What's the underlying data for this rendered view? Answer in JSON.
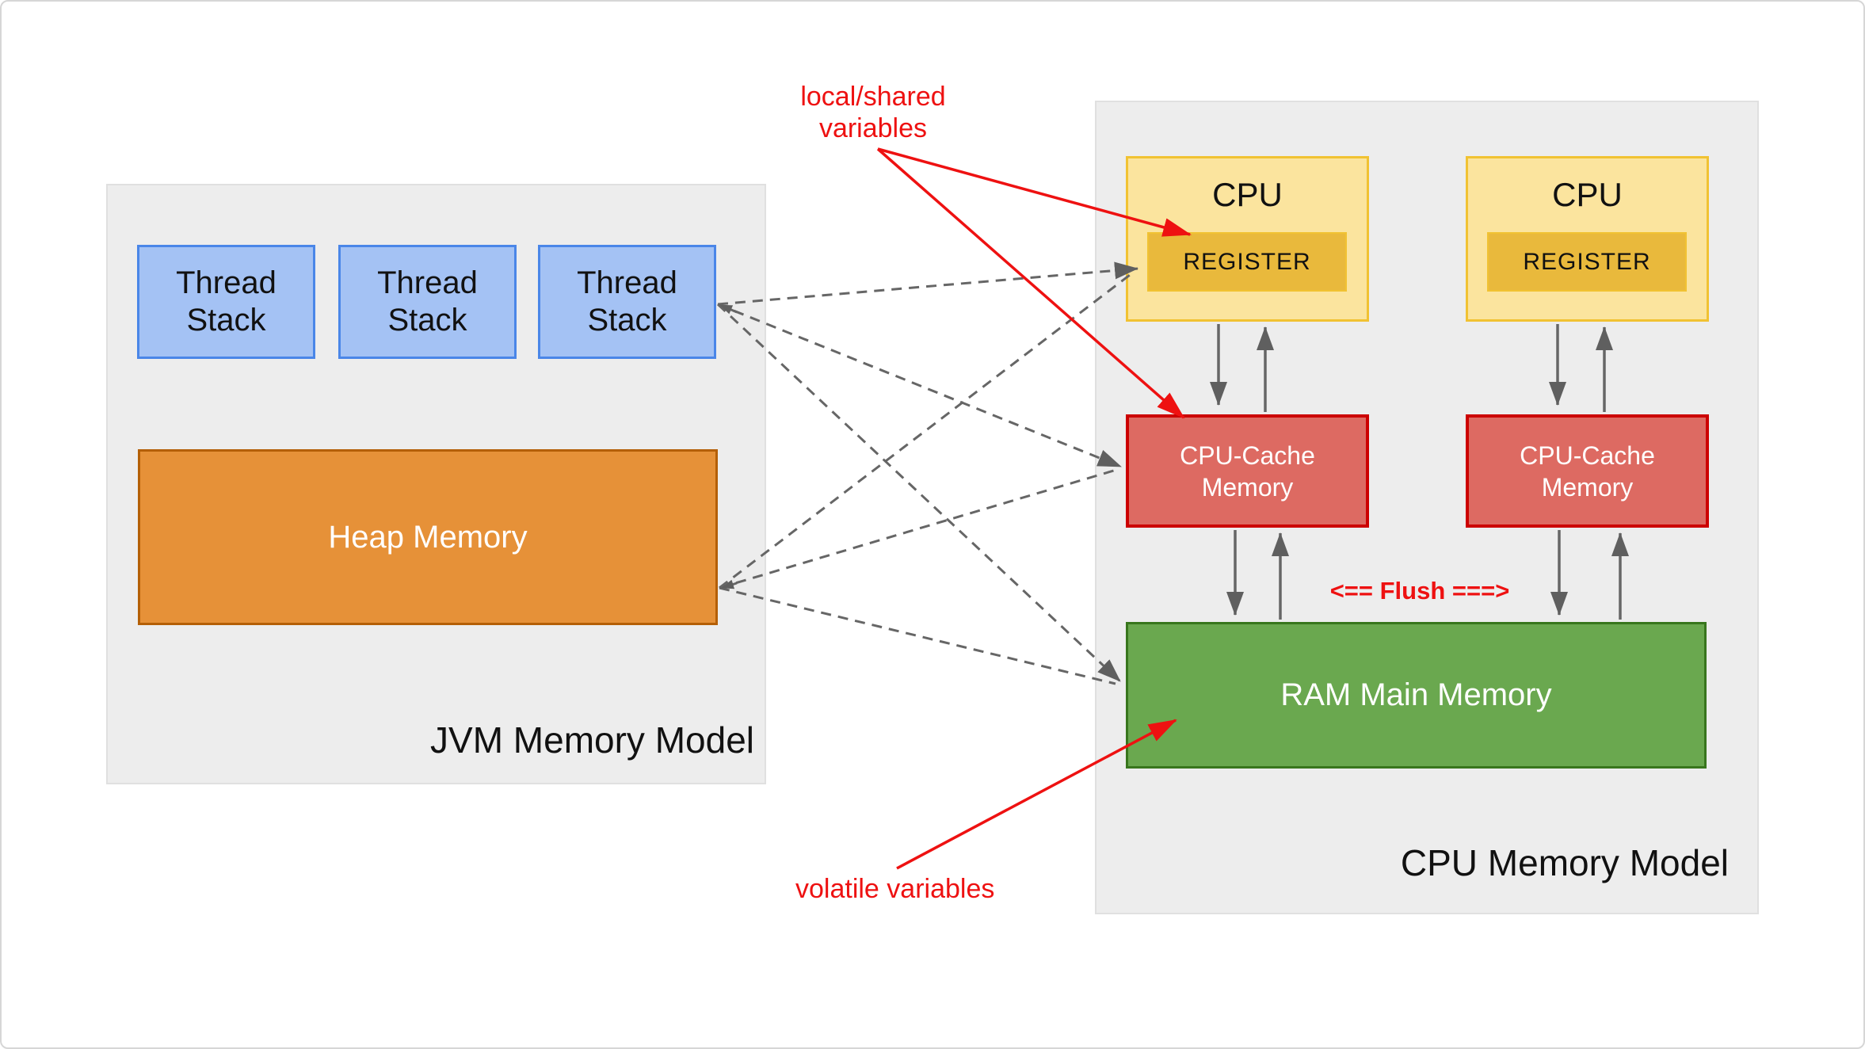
{
  "diagram": {
    "jvm_model": {
      "title": "JVM Memory Model",
      "thread_stacks": [
        "Thread Stack",
        "Thread Stack",
        "Thread Stack"
      ],
      "heap_label": "Heap Memory"
    },
    "cpu_model": {
      "title": "CPU Memory Model",
      "cpus": [
        {
          "label": "CPU",
          "register_label": "REGISTER",
          "cache_label": "CPU-Cache Memory"
        },
        {
          "label": "CPU",
          "register_label": "REGISTER",
          "cache_label": "CPU-Cache Memory"
        }
      ],
      "ram_label": "RAM Main Memory",
      "flush_label": "<== Flush ===>"
    },
    "annotations": {
      "local_shared": "local/shared variables",
      "volatile": "volatile variables"
    },
    "colors": {
      "page_background": "#ffffff",
      "panel_fill": "#ededed",
      "thread_stack_fill": "#a4c2f4",
      "thread_stack_border": "#4a86e8",
      "heap_fill": "#e69138",
      "heap_border": "#b45f06",
      "cpu_fill": "#fbe49e",
      "cpu_border": "#f1c232",
      "register_fill": "#e9b93c",
      "cache_fill": "#dd6a62",
      "cache_border": "#cc0000",
      "ram_fill": "#6aa84f",
      "ram_border": "#38761d",
      "annotation_red": "#ee1111",
      "arrow_gray": "#5f5f5f"
    }
  }
}
